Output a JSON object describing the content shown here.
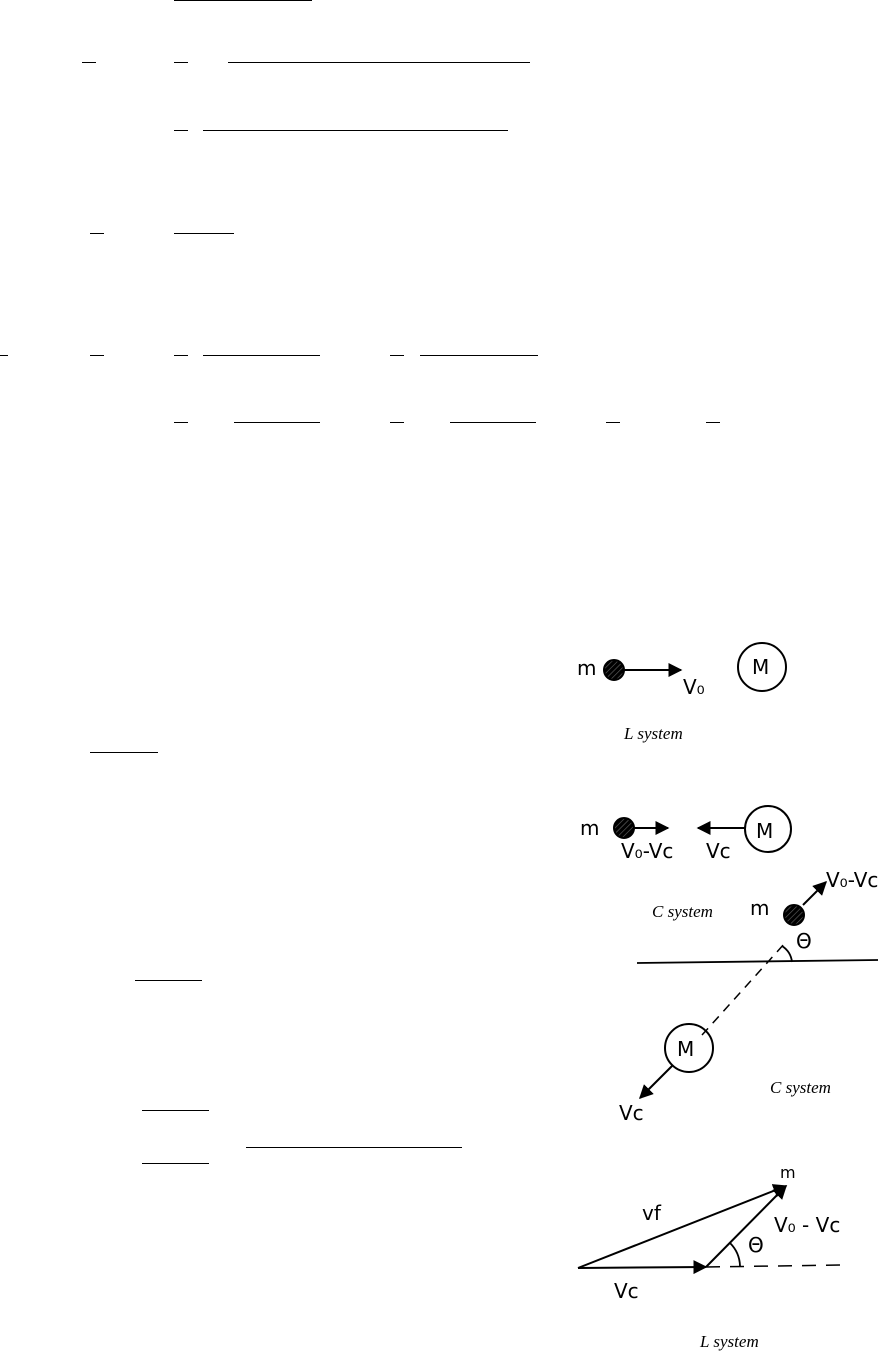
{
  "figures": {
    "fig1": {
      "caption": "L system",
      "labels": {
        "light_mass": "m",
        "heavy_mass": "M",
        "velocity": "V₀"
      }
    },
    "fig2": {
      "caption": "C system",
      "labels": {
        "light_mass": "m",
        "heavy_mass": "M",
        "light_velocity": "V₀-Vc",
        "heavy_velocity": "Vc"
      }
    },
    "fig3": {
      "caption": "C system",
      "labels": {
        "light_mass": "m",
        "heavy_mass": "M",
        "light_velocity": "V₀-Vc",
        "heavy_velocity": "Vc",
        "angle": "Θ"
      }
    },
    "fig4": {
      "caption": "L system",
      "labels": {
        "mass": "m",
        "final_velocity": "vf",
        "relative_velocity": "V₀ - Vc",
        "center_velocity": "Vc",
        "angle": "Θ"
      }
    }
  }
}
